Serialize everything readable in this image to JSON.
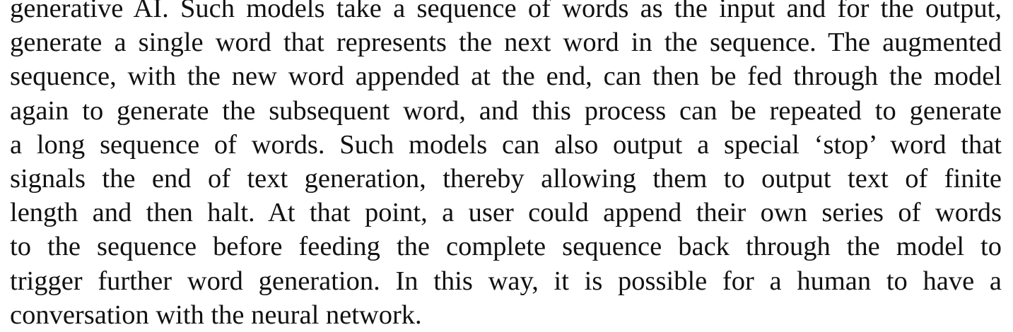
{
  "paragraph": {
    "lines": [
      "generative AI. Such models take a sequence of words as the input and for the output,",
      "generate a single word that represents the next word in the sequence. The augmented",
      "sequence, with the new word appended at the end, can then be fed through the model",
      "again to generate the subsequent word, and this process can be repeated to generate",
      "a long sequence of words. Such models can also output a special ‘stop’ word that",
      "signals the end of text generation, thereby allowing them to output text of finite",
      "length and then halt. At that point, a user could append their own series of words",
      "to the sequence before feeding the complete sequence back through the model to",
      "trigger further word generation. In this way, it is possible for a human to have a",
      "conversation with the neural network."
    ]
  }
}
